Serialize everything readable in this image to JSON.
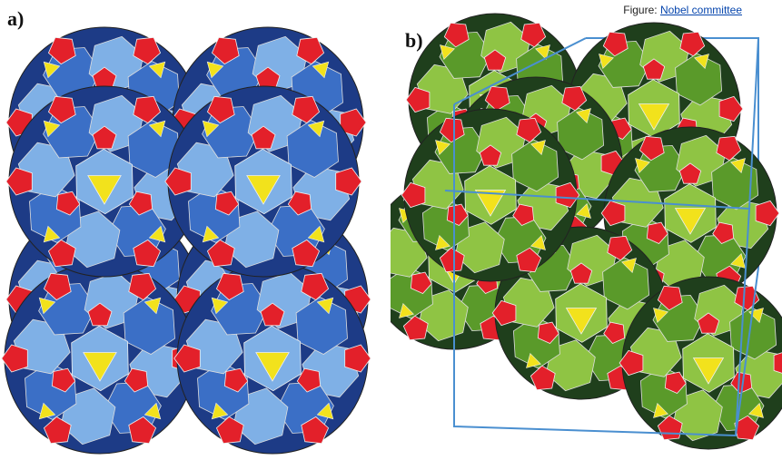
{
  "labels": {
    "a": "a)",
    "b": "b)"
  },
  "credit": {
    "prefix": "Figure:",
    "link_text": "Nobel committee"
  },
  "colors": {
    "a_face_light": "#7fb0e6",
    "a_face_mid": "#3b6fc6",
    "a_face_dark": "#1d3b86",
    "b_face_light": "#8fc444",
    "b_face_mid": "#5a9a2a",
    "b_face_dark": "#1f3f1c",
    "pentagon_red": "#e3202a",
    "triangle_yellow": "#f2e21c",
    "box_line": "#4a8fd0"
  }
}
